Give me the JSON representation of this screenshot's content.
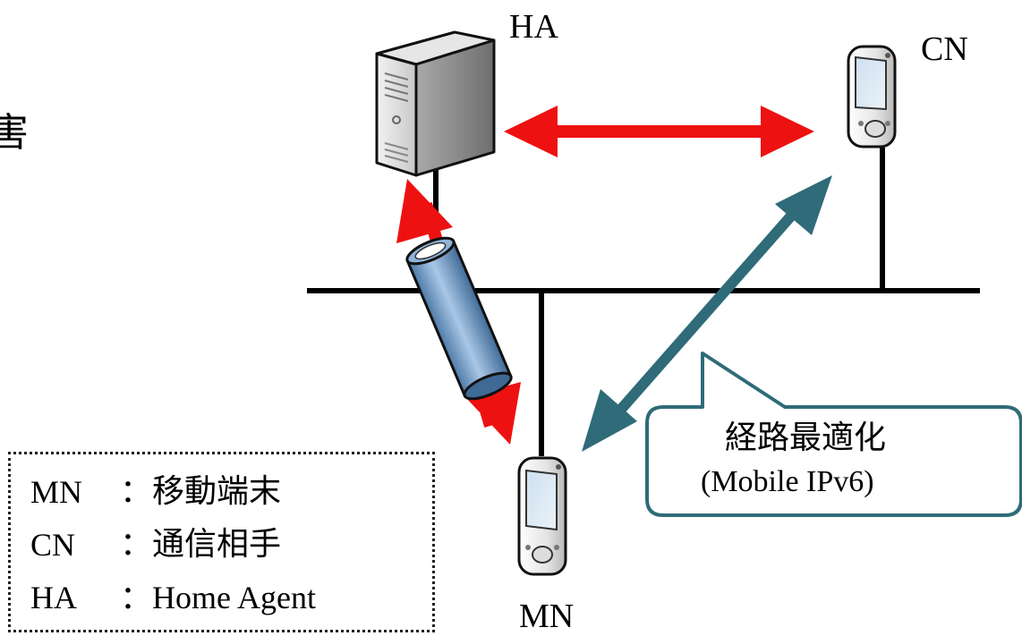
{
  "side_text": "害",
  "nodes": {
    "ha": "HA",
    "cn": "CN",
    "mn": "MN"
  },
  "callout": {
    "title": "経路最適化",
    "subtitle": "(Mobile IPv6)"
  },
  "legend": [
    {
      "key": "MN",
      "value": "：移動端末"
    },
    {
      "key": "CN",
      "value": "：通信相手"
    },
    {
      "key": "HA",
      "value": "：Home Agent"
    }
  ],
  "colors": {
    "red_arrow": "#ee1111",
    "teal_arrow": "#2f6b78",
    "tunnel": "#7fa8d0",
    "network_line": "#000000"
  },
  "icons": {
    "ha": "server-icon",
    "cn": "pda-icon",
    "mn": "pda-icon",
    "tunnel": "tunnel-cylinder-icon"
  }
}
